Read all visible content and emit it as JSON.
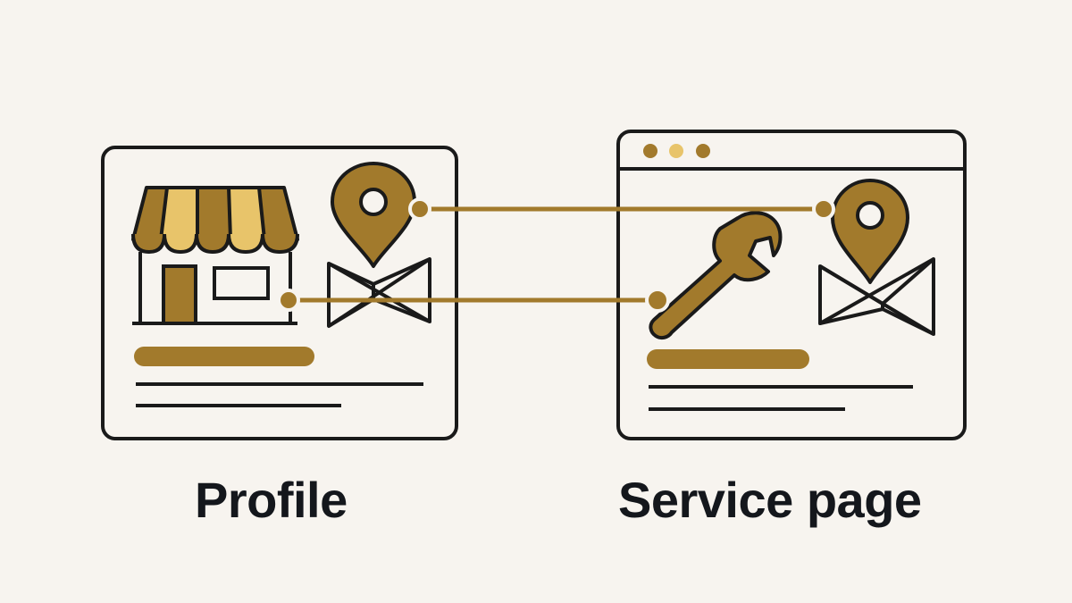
{
  "labels": {
    "profile": "Profile",
    "service_page": "Service page"
  },
  "colors": {
    "background": "#f7f4ef",
    "outline": "#1a1a1a",
    "accent": "#a27a2c",
    "accent_light": "#e8c46a",
    "card_fill": "#f7f4ef"
  },
  "icons": {
    "profile_card": [
      "storefront-icon",
      "map-pin-icon",
      "folded-map-icon"
    ],
    "service_card": [
      "browser-dots-icon",
      "wrench-icon",
      "map-pin-icon",
      "folded-map-icon"
    ]
  },
  "connectors": [
    {
      "from": "profile-map-pin",
      "to": "service-map-pin"
    },
    {
      "from": "profile-storefront",
      "to": "service-wrench"
    }
  ]
}
